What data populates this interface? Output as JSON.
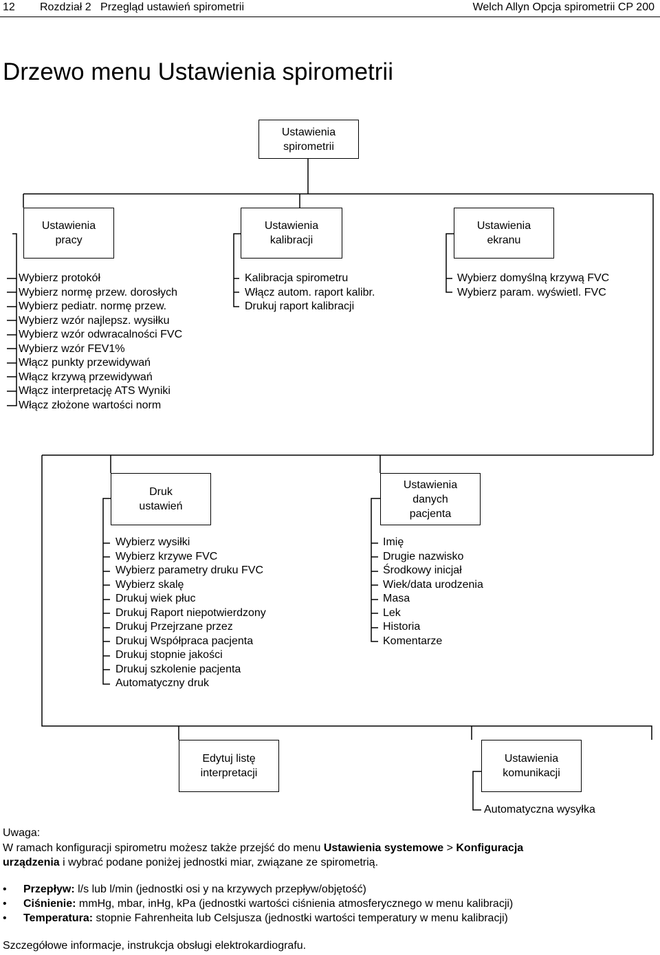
{
  "header": {
    "page_number": "12",
    "chapter": "Rozdział 2   Przegląd ustawień spirometrii",
    "product": "Welch Allyn Opcja spirometrii CP 200"
  },
  "title": "Drzewo menu Ustawienia spirometrii",
  "tree": {
    "root": [
      "Ustawienia",
      "spirometrii"
    ],
    "work": {
      "label": [
        "Ustawienia",
        "pracy"
      ],
      "items": [
        "Wybierz protokół",
        "Wybierz normę przew. dorosłych",
        "Wybierz pediatr. normę przew.",
        "Wybierz wzór najlepsz. wysiłku",
        "Wybierz wzór odwracalności FVC",
        "Wybierz wzór FEV1%",
        "Włącz punkty przewidywań",
        "Włącz krzywą przewidywań",
        "Włącz interpretację ATS Wyniki",
        "Włącz złożone wartości norm"
      ]
    },
    "calibration": {
      "label": [
        "Ustawienia",
        "kalibracji"
      ],
      "items": [
        "Kalibracja spirometru",
        "Włącz autom. raport kalibr.",
        "Drukuj raport kalibracji"
      ]
    },
    "screen": {
      "label": [
        "Ustawienia",
        "ekranu"
      ],
      "items": [
        "Wybierz domyślną krzywą FVC",
        "Wybierz param. wyświetl. FVC"
      ]
    },
    "print": {
      "label": [
        "Druk",
        "ustawień"
      ],
      "items": [
        "Wybierz wysiłki",
        "Wybierz krzywe FVC",
        "Wybierz parametry druku FVC",
        "Wybierz skalę",
        "Drukuj wiek płuc",
        "Drukuj Raport niepotwierdzony",
        "Drukuj Przejrzane przez",
        "Drukuj Współpraca pacjenta",
        "Drukuj stopnie jakości",
        "Drukuj szkolenie pacjenta",
        "Automatyczny druk"
      ]
    },
    "patient": {
      "label": [
        "Ustawienia",
        "danych",
        "pacjenta"
      ],
      "items": [
        "Imię",
        "Drugie nazwisko",
        "Środkowy inicjał",
        "Wiek/data urodzenia",
        "Masa",
        "Lek",
        "Historia",
        "Komentarze"
      ]
    },
    "interp": {
      "label": [
        "Edytuj listę",
        "interpretacji"
      ]
    },
    "comm": {
      "label": [
        "Ustawienia",
        "komunikacji"
      ],
      "items": [
        "Automatyczna wysyłka"
      ]
    }
  },
  "note": {
    "heading": "Uwaga:",
    "line1_pre": "W ramach konfiguracji spirometru możesz także przejść do menu ",
    "line1_bold1": "Ustawienia systemowe",
    "line1_sep": " > ",
    "line1_bold2": "Konfiguracja",
    "line2_bold": "urządzenia",
    "line2_post": " i wybrać podane poniżej jednostki miar, związane ze spirometrią."
  },
  "bullets": [
    {
      "term": "Przepływ:",
      "text": " l/s lub l/min (jednostki osi y na krzywych przepływ/objętość)"
    },
    {
      "term": "Ciśnienie:",
      "text": " mmHg, mbar, inHg, kPa (jednostki wartości ciśnienia atmosferycznego w menu kalibracji)"
    },
    {
      "term": "Temperatura:",
      "text": " stopnie Fahrenheita lub Celsjusza (jednostki wartości temperatury w menu kalibracji)"
    }
  ],
  "bullet_glyph": "•",
  "footer": "Szczegółowe informacje, instrukcja obsługi elektrokardiografu."
}
